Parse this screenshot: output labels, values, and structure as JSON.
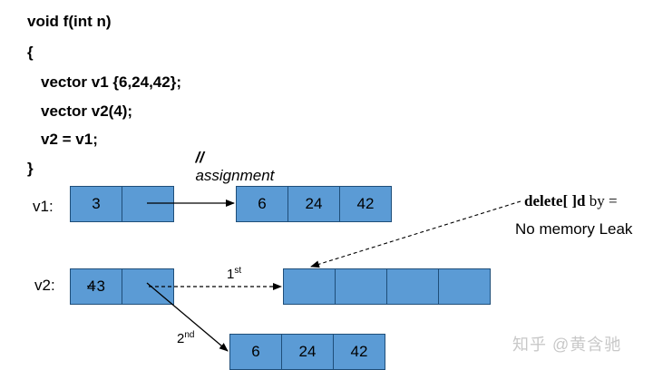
{
  "code": {
    "line1": "void f(int n)",
    "line2": "{",
    "line3": "vector v1 {6,24,42};",
    "line4": "vector v2(4);",
    "line5": "v2 = v1;",
    "line6": "}",
    "comment_slashes": "//",
    "comment_text": "assignment"
  },
  "v1": {
    "label": "v1:",
    "size_value": "3",
    "elements": [
      "6",
      "24",
      "42"
    ]
  },
  "v2": {
    "label": "v2:",
    "old_size": "4",
    "new_size": "3",
    "old_elements": [
      "",
      "",
      "",
      ""
    ],
    "new_elements": [
      "6",
      "24",
      "42"
    ]
  },
  "arrows": {
    "first_label": "1",
    "first_sup": "st",
    "second_label": "2",
    "second_sup": "nd"
  },
  "note": {
    "delete_bold": "delete[ ]d",
    "delete_rest": " by =",
    "leak": "No memory Leak"
  },
  "watermark": "知乎 @黄含驰",
  "colors": {
    "cell_fill": "#5b9bd5",
    "cell_border": "#1f4e79"
  }
}
